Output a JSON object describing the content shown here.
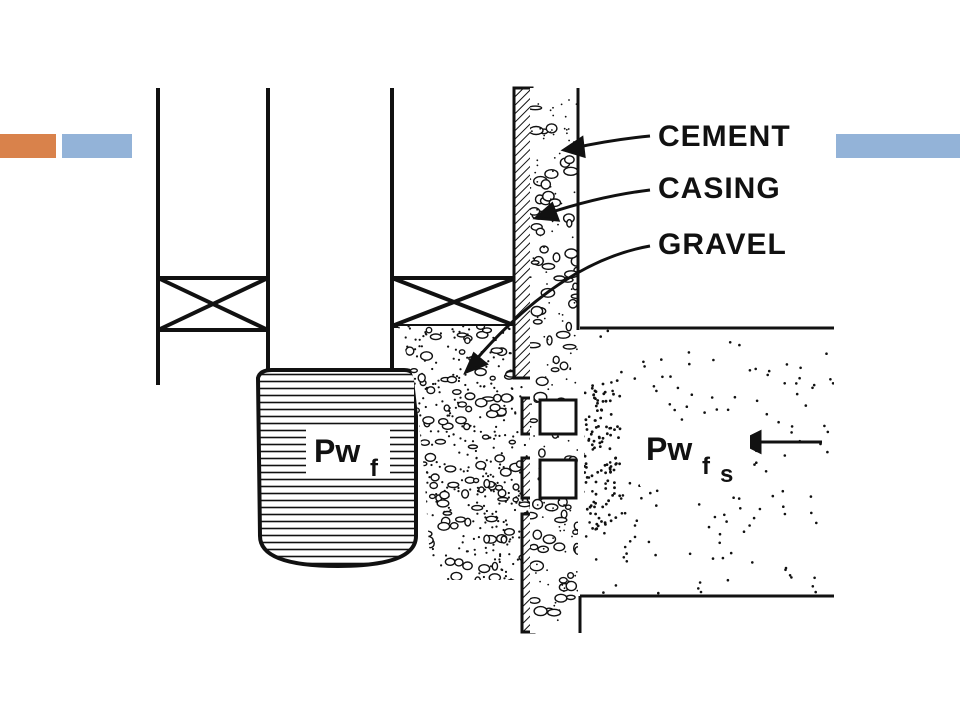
{
  "slide": {
    "accents": {
      "orange": "#d9824b",
      "blue": "#93b3d8"
    }
  },
  "diagram": {
    "labels": {
      "cement": "CEMENT",
      "casing": "CASING",
      "gravel": "GRAVEL",
      "pwf_main": "Pw",
      "pwf_sub": "f",
      "pwfs_main": "Pw",
      "pwfs_sub1": "f",
      "pwfs_sub2": "s"
    },
    "colors": {
      "ink": "#111111",
      "paper": "#ffffff"
    }
  }
}
